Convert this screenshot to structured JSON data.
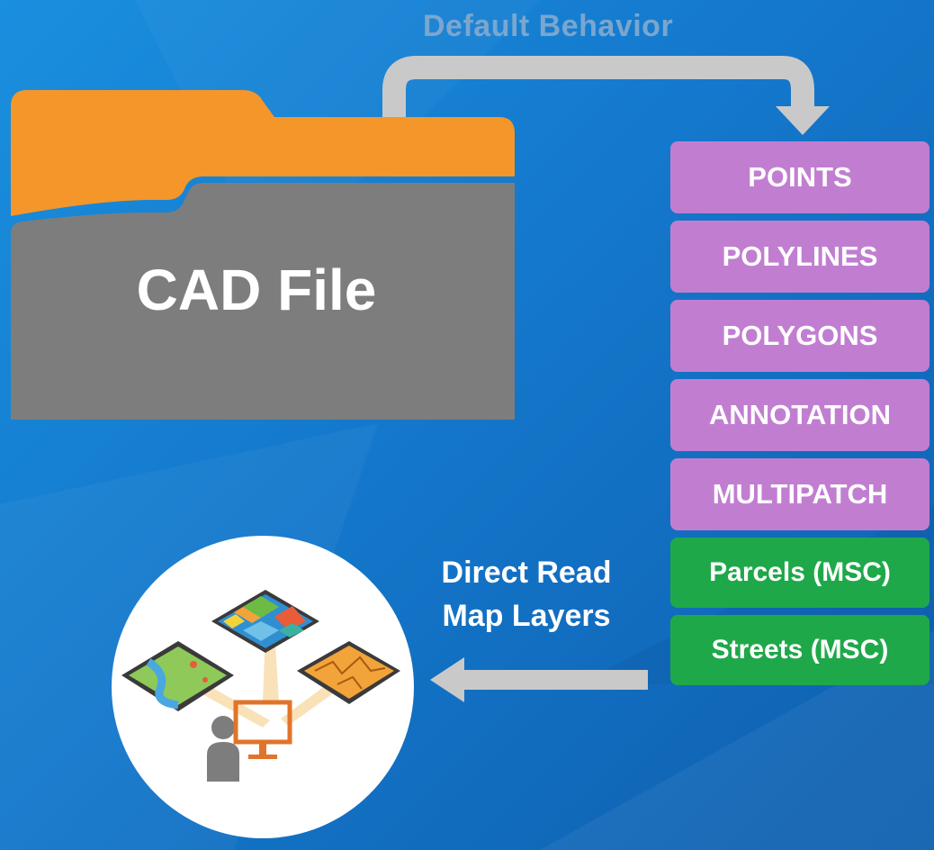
{
  "diagram": {
    "title": "Default Behavior",
    "folder_label": "CAD File",
    "feature_layers": [
      "POINTS",
      "POLYLINES",
      "POLYGONS",
      "ANNOTATION",
      "MULTIPATCH"
    ],
    "map_layers": [
      "Parcels (MSC)",
      "Streets (MSC)"
    ],
    "direct_read_line1": "Direct Read",
    "direct_read_line2": "Map Layers"
  },
  "colors": {
    "folder_tab": "#f4962a",
    "folder_body": "#7d7d7d",
    "arrow": "#c9c9c9",
    "feature_layer": "#c17ed1",
    "map_layer": "#1fa84a",
    "title_text": "#7aa6cf"
  },
  "icons": [
    "folder-icon",
    "curved-arrow-icon",
    "left-arrow-icon",
    "raster-map-icon",
    "river-map-icon",
    "terrain-map-icon",
    "user-icon",
    "monitor-icon"
  ]
}
